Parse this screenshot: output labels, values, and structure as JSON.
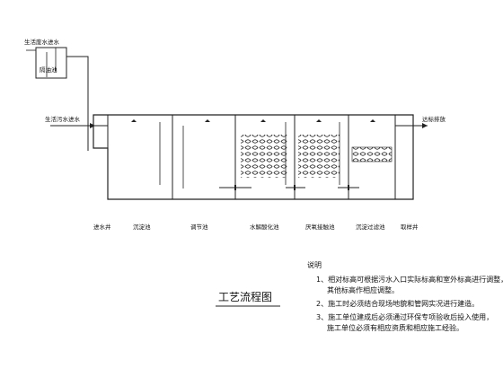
{
  "diagram": {
    "title": "工艺流程图",
    "inlet_top_label": "生活废水进水",
    "grease_trap_label": "隔油池",
    "sewage_inlet_label": "生活污水进水",
    "outlet_label": "达标排放",
    "units": [
      {
        "label": "进水井"
      },
      {
        "label": "沉淀池"
      },
      {
        "label": "调节池"
      },
      {
        "label": "水解酸化池"
      },
      {
        "label": "厌氧接触池"
      },
      {
        "label": "沉淀过滤池"
      },
      {
        "label": "取样井"
      }
    ],
    "notes": {
      "heading": "说明",
      "items": [
        "1、相对标高可根据污水入口实际标高和室外标高进行调整，",
        "其他标高作相应调整。",
        "2、施工时必须结合现场地貌和管网实况进行建造。",
        "3、施工单位建成后必须通过环保专项验收后投入使用，",
        "施工单位必须有相应资质和相应施工经验。"
      ]
    }
  }
}
